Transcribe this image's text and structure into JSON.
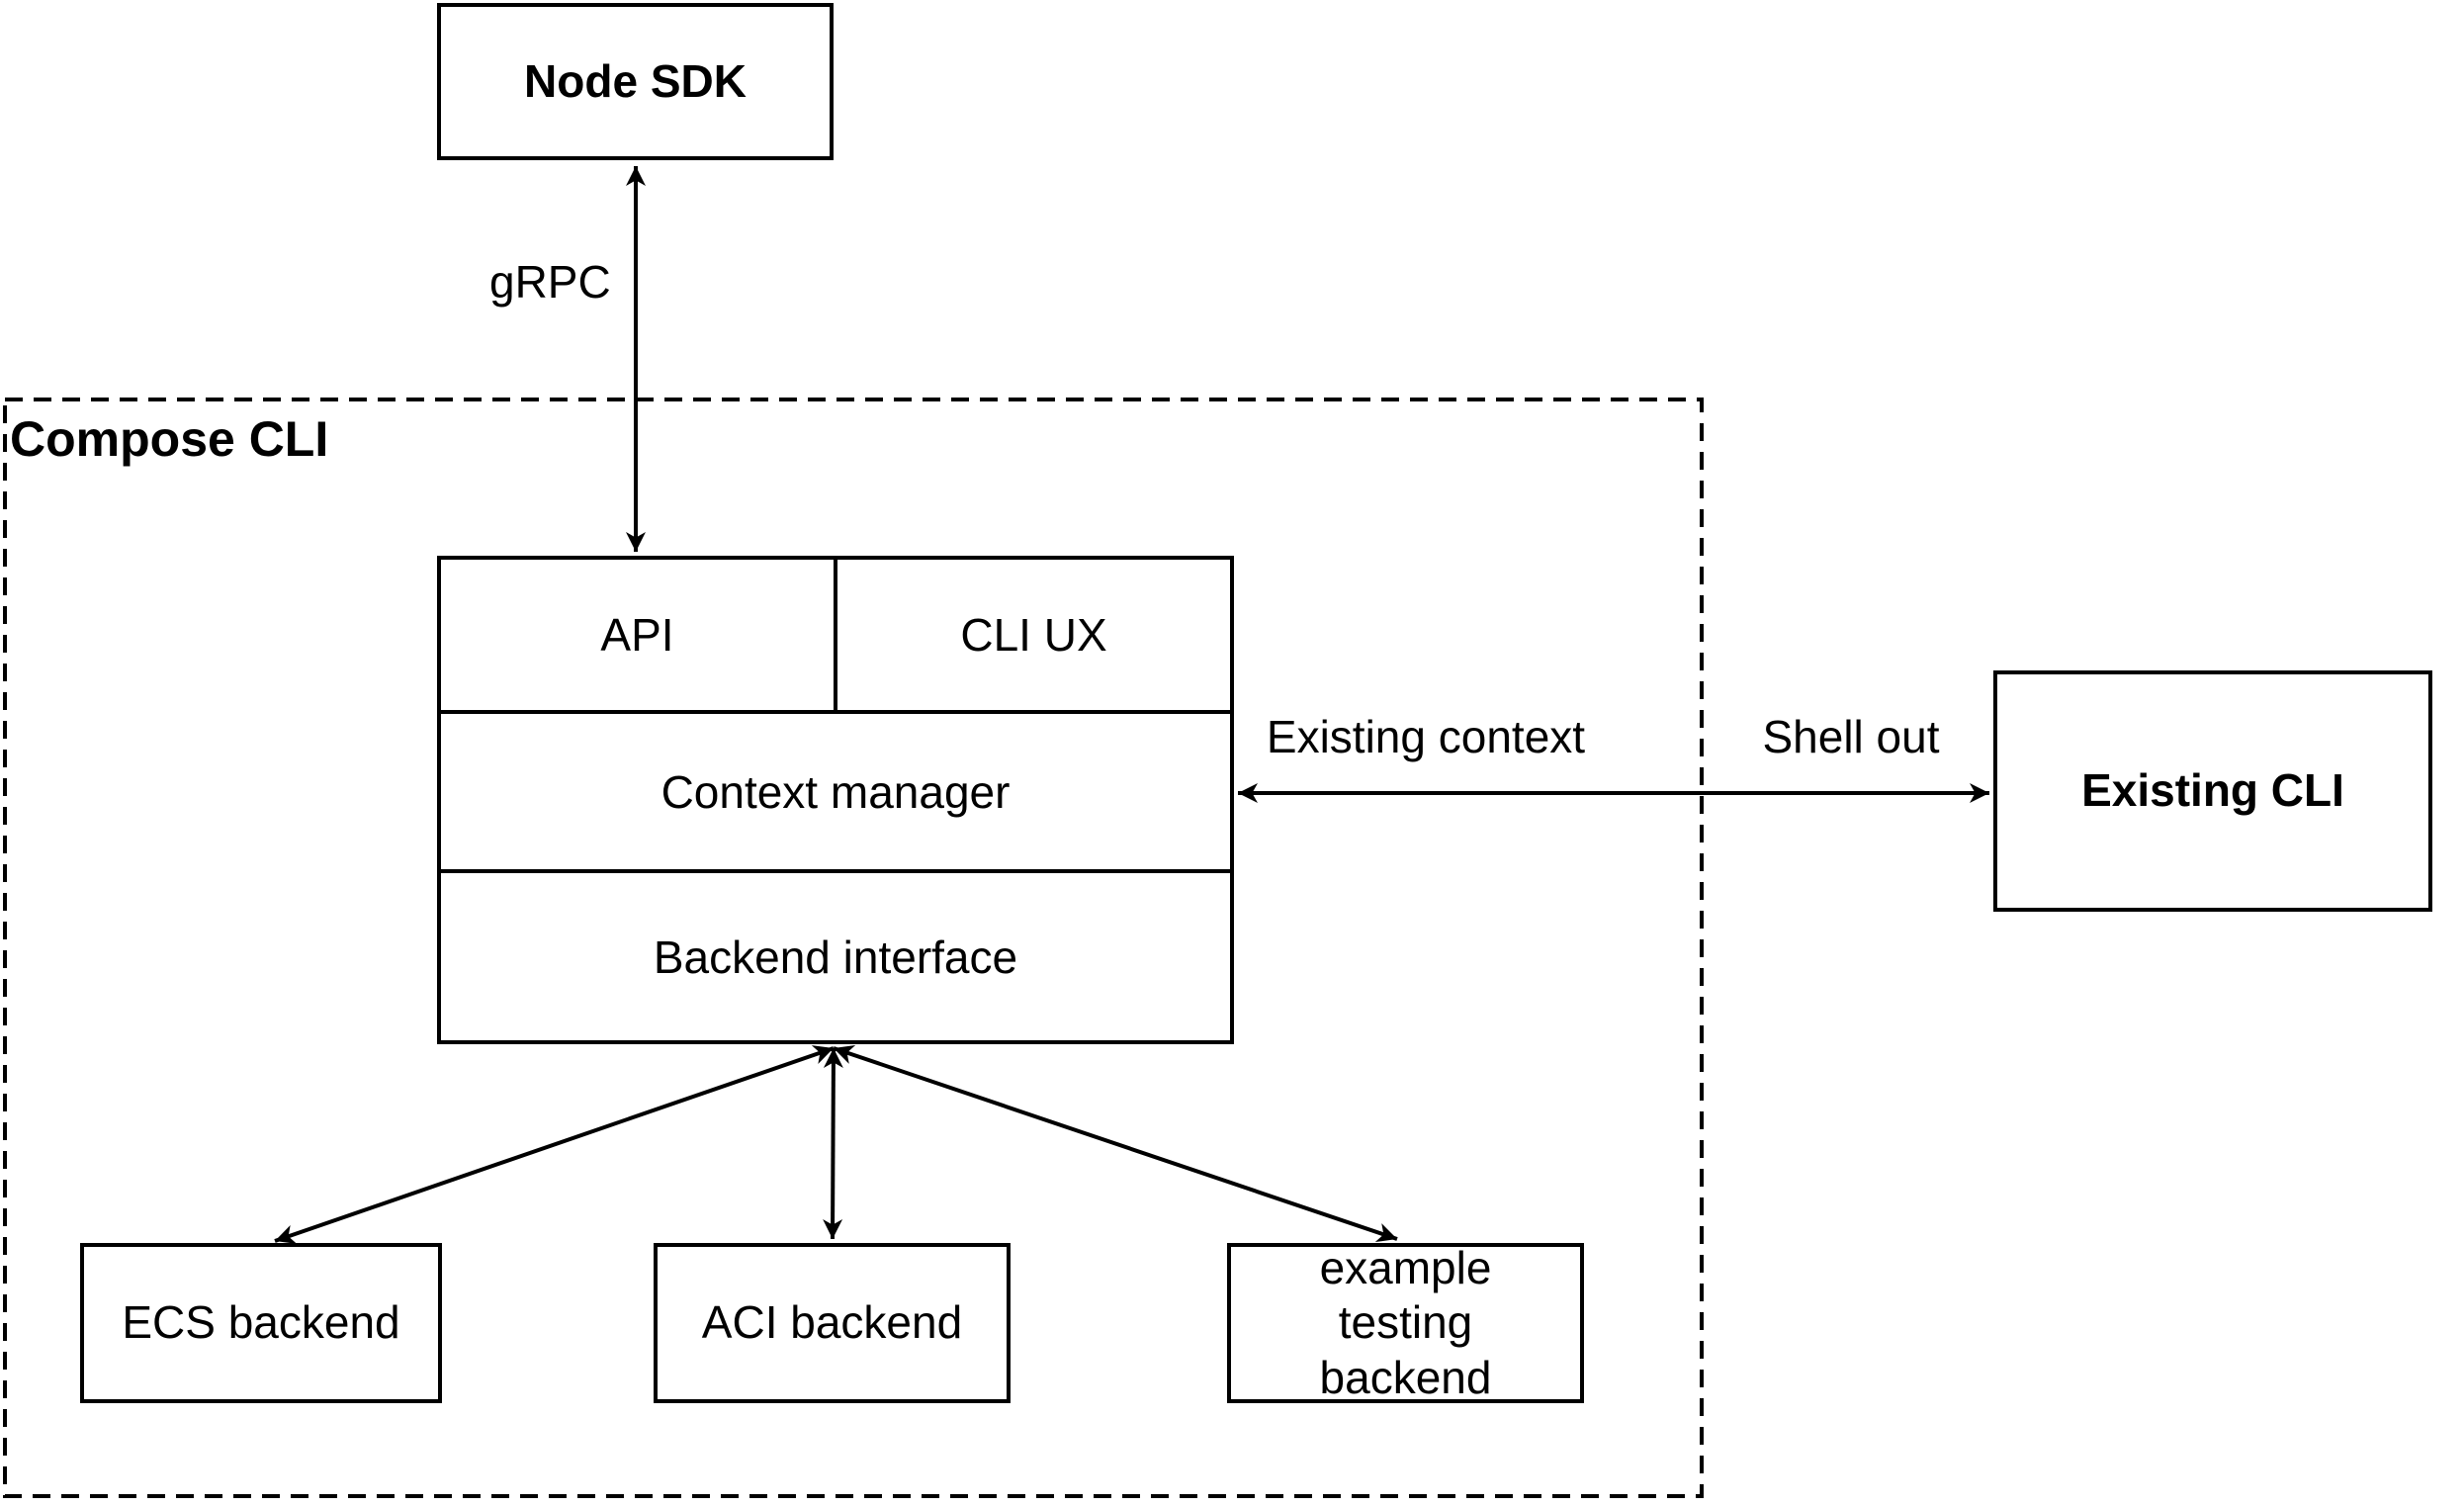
{
  "diagram": {
    "nodes": {
      "node_sdk": {
        "label": "Node SDK"
      },
      "compose_cli": {
        "label": "Compose CLI"
      },
      "api": {
        "label": "API"
      },
      "cli_ux": {
        "label": "CLI UX"
      },
      "context_manager": {
        "label": "Context manager"
      },
      "backend_interface": {
        "label": "Backend interface"
      },
      "ecs_backend": {
        "label": "ECS backend"
      },
      "aci_backend": {
        "label": "ACI backend"
      },
      "example_testing_backend": {
        "label": "example testing backend"
      },
      "existing_cli": {
        "label": "Existing CLI"
      }
    },
    "edges": {
      "grpc": {
        "label": "gRPC",
        "from": "Node SDK",
        "to": "API",
        "direction": "both"
      },
      "existing_context": {
        "label": "Existing context",
        "from": "Context manager",
        "to": "Existing CLI",
        "direction": "both"
      },
      "shell_out": {
        "label": "Shell out",
        "from": "Context manager",
        "to": "Existing CLI",
        "direction": "both"
      },
      "to_ecs": {
        "label": "",
        "from": "Backend interface",
        "to": "ECS backend",
        "direction": "both"
      },
      "to_aci": {
        "label": "",
        "from": "Backend interface",
        "to": "ACI backend",
        "direction": "both"
      },
      "to_example": {
        "label": "",
        "from": "Backend interface",
        "to": "example testing backend",
        "direction": "both"
      }
    },
    "colors": {
      "stroke": "#000000",
      "background": "#ffffff",
      "text": "#000000"
    }
  }
}
